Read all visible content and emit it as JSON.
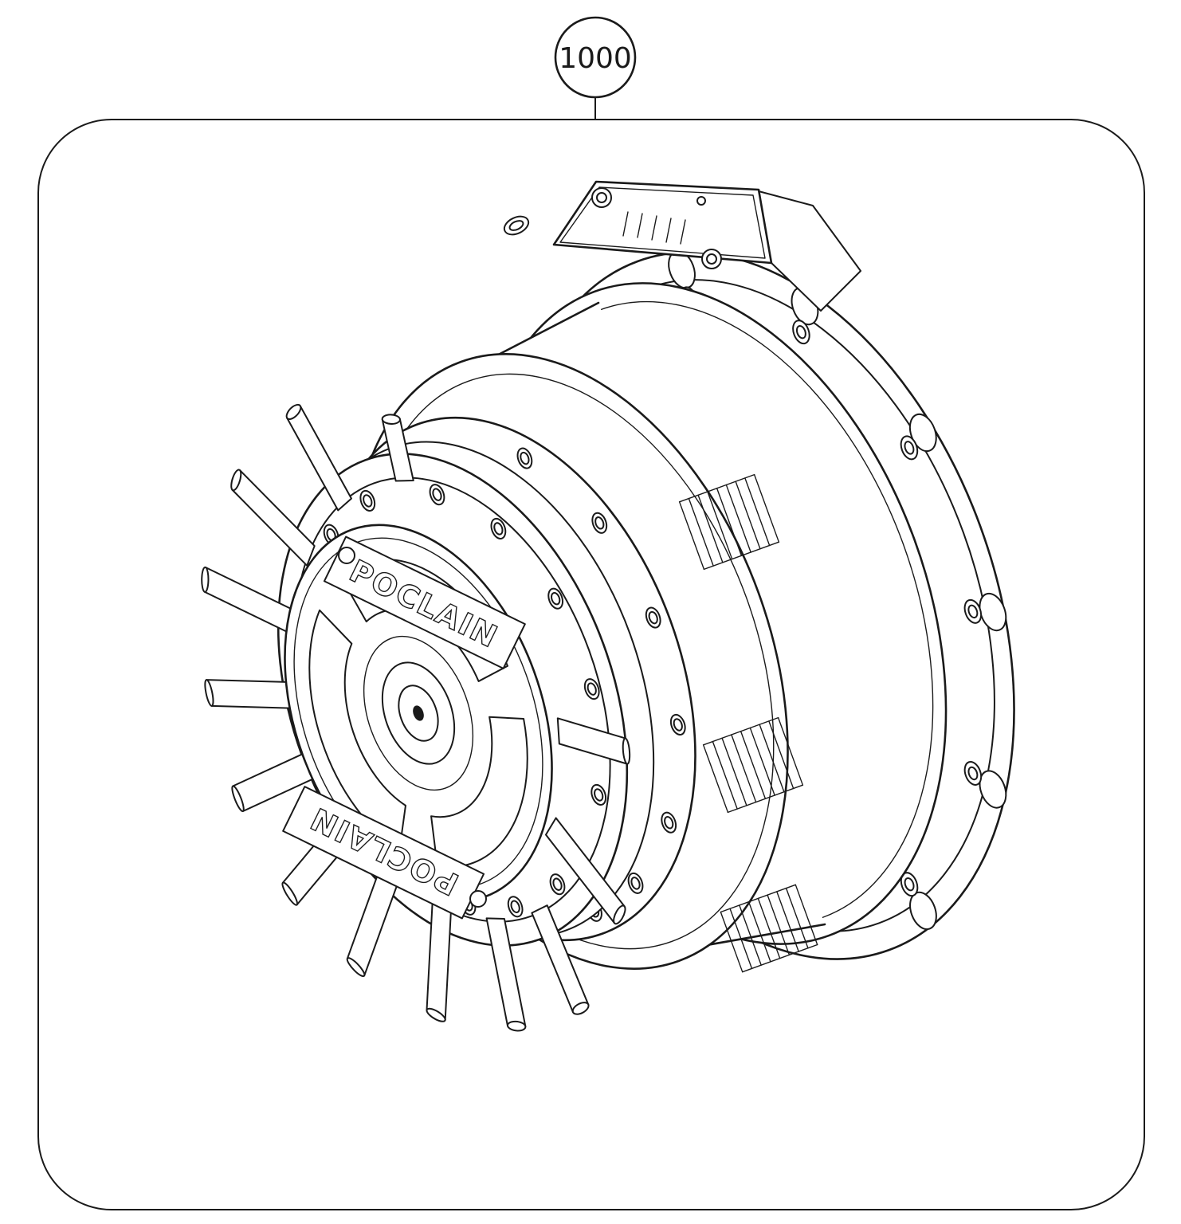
{
  "callout": {
    "label": "1000"
  },
  "motor": {
    "brand_top": "POCLAIN",
    "brand_bottom": "POCLAIN"
  },
  "colors": {
    "ink": "#1a1a1a",
    "background": "#ffffff"
  }
}
